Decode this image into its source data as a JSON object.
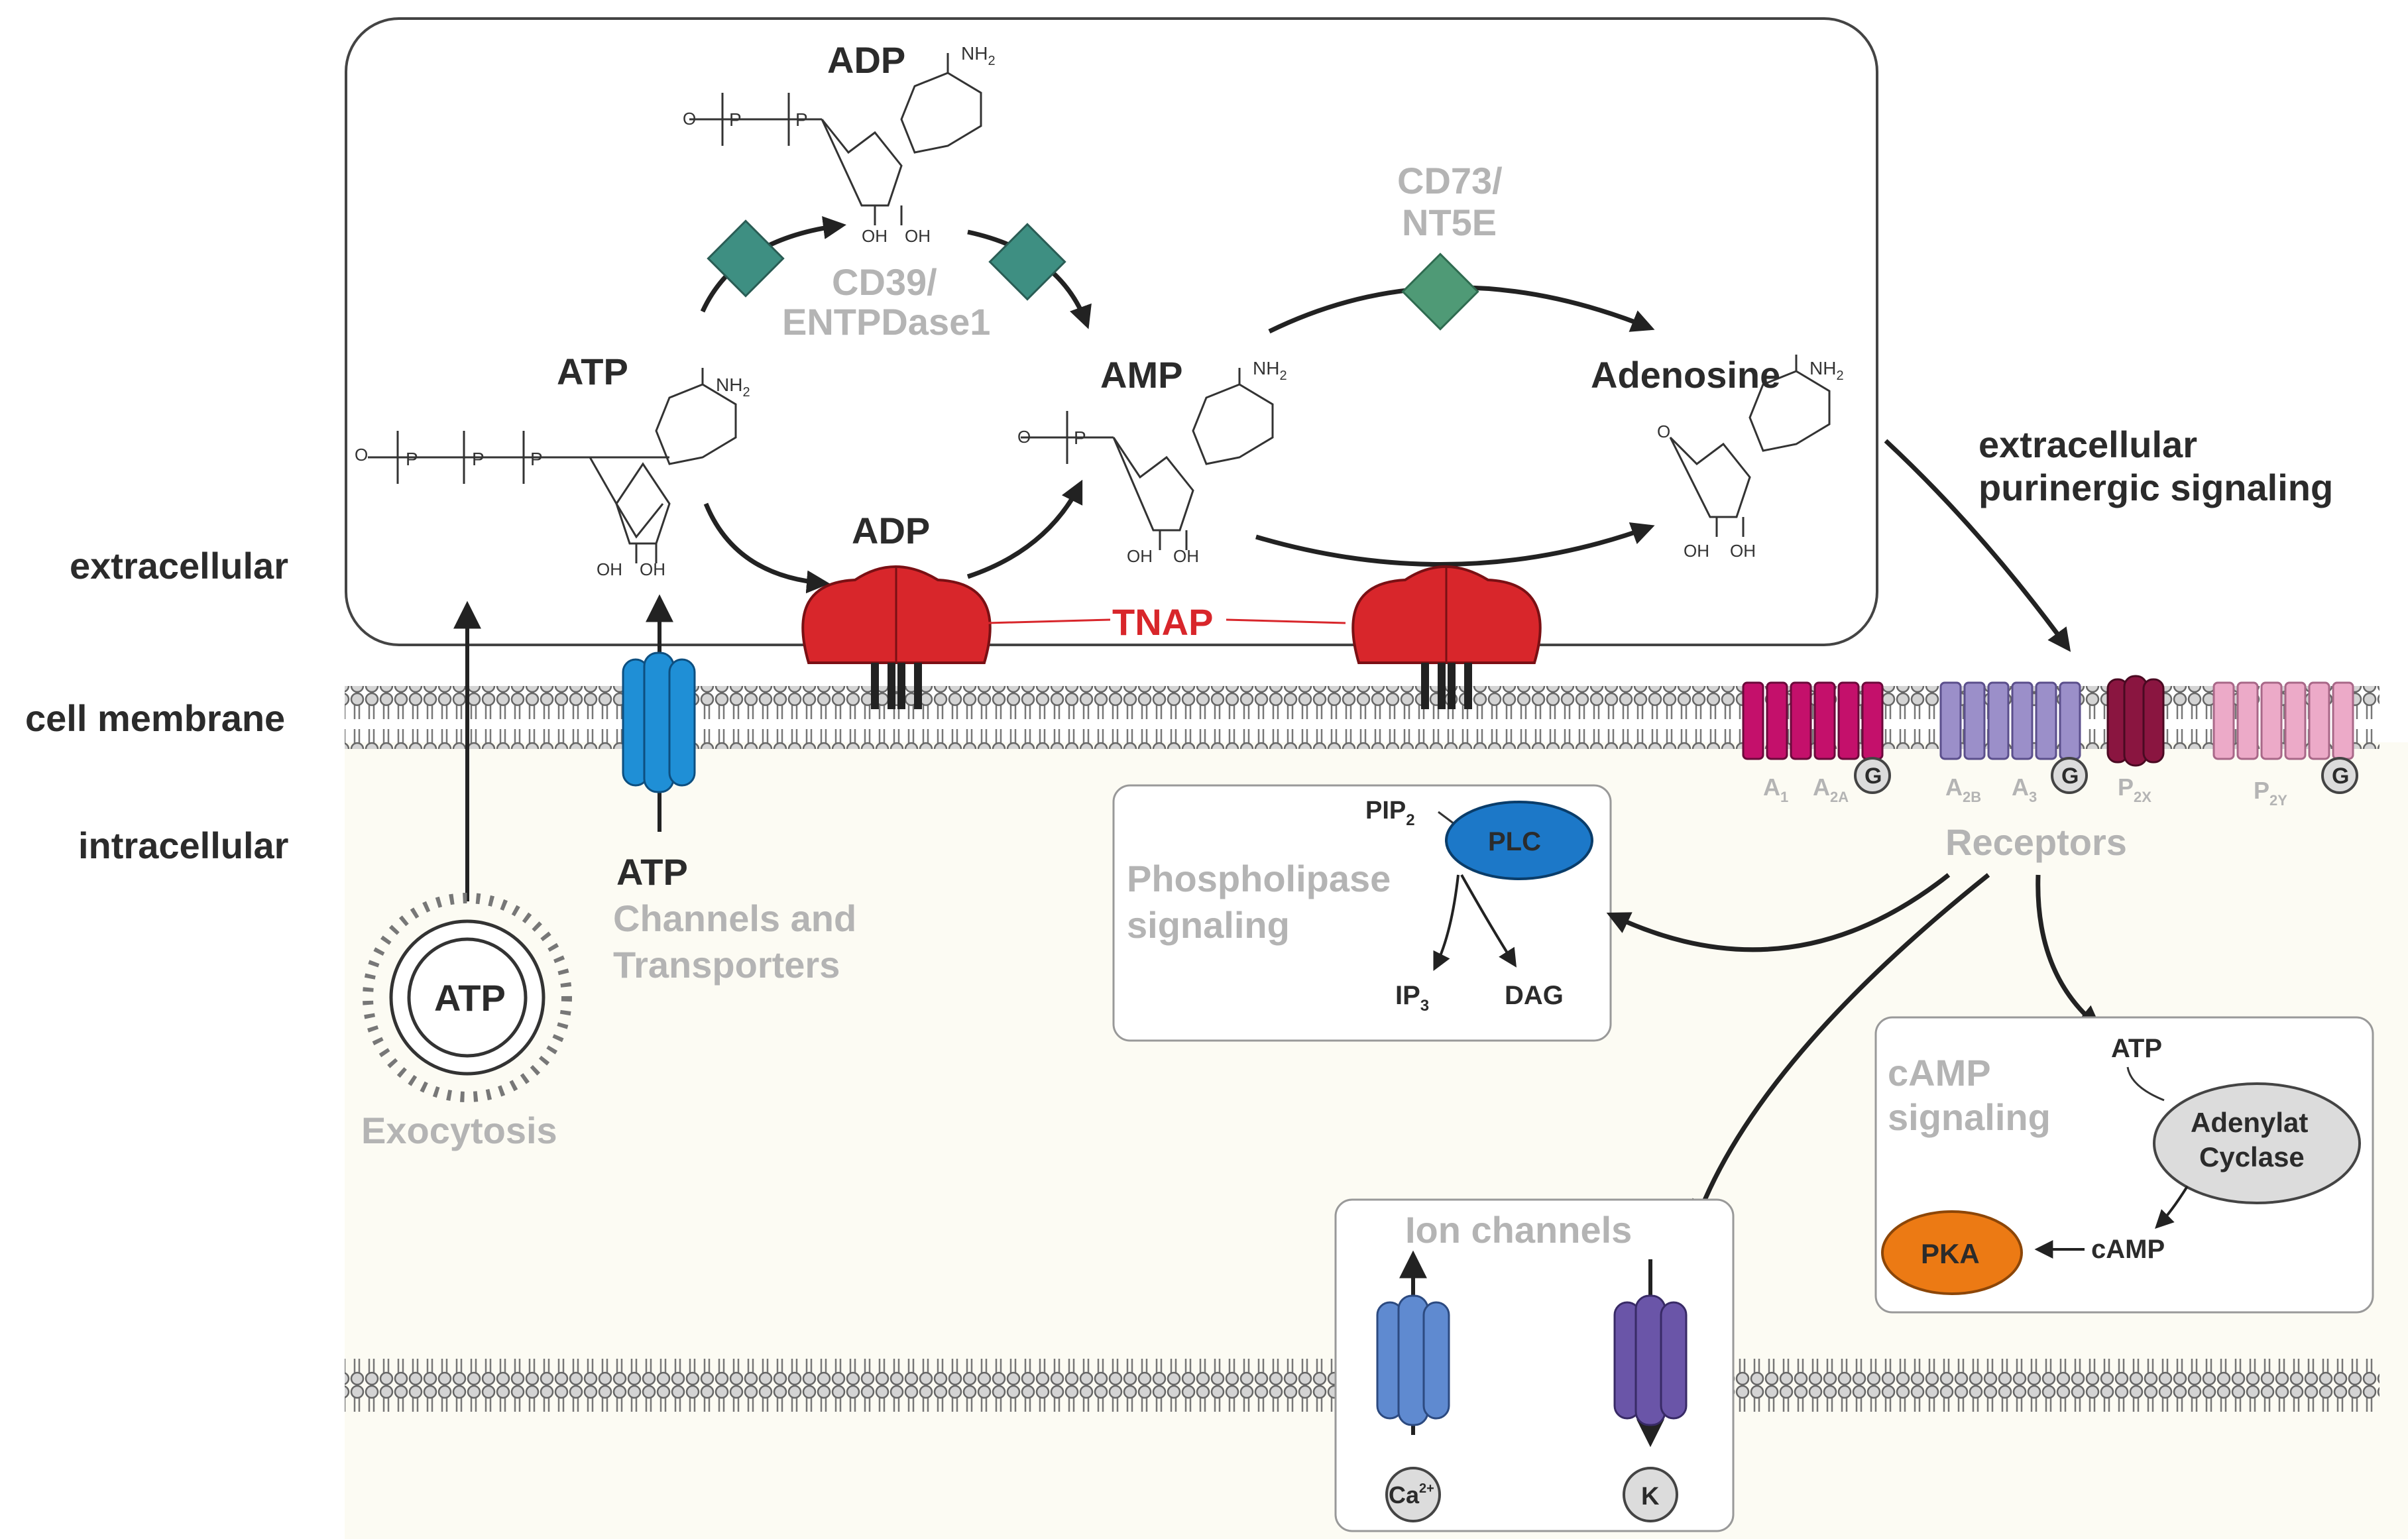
{
  "labels": {
    "extracellular": "extracellular",
    "cell_membrane": "cell membrane",
    "intracellular": "intracellular",
    "extracellular_signaling_1": "extracellular",
    "extracellular_signaling_2": "purinergic signaling",
    "receptors": "Receptors"
  },
  "molecules": {
    "atp": "ATP",
    "adp_top": "ADP",
    "adp_mid": "ADP",
    "amp": "AMP",
    "adenosine": "Adenosine",
    "nh2": "NH",
    "nh2_sub": "2",
    "oh": "OH",
    "o_minus": "O",
    "p": "P",
    "o": "O"
  },
  "enzymes": {
    "cd39_1": "CD39/",
    "cd39_2": "ENTPDase1",
    "cd73_1": "CD73/",
    "cd73_2": "NT5E",
    "tnap": "TNAP"
  },
  "release": {
    "vesicle_atp": "ATP",
    "exocytosis": "Exocytosis",
    "channel_atp": "ATP",
    "channels_1": "Channels and",
    "channels_2": "Transporters"
  },
  "receptor_labels": {
    "a1": "A",
    "a1_sub": "1",
    "a2a": "A",
    "a2a_sub": "2A",
    "a2b": "A",
    "a2b_sub": "2B",
    "a3": "A",
    "a3_sub": "3",
    "p2x": "P",
    "p2x_sub": "2X",
    "p2y": "P",
    "p2y_sub": "2Y",
    "g": "G"
  },
  "phospholipase": {
    "title_1": "Phospholipase",
    "title_2": "signaling",
    "pip": "PIP",
    "pip_sub": "2",
    "plc": "PLC",
    "ip": "IP",
    "ip_sub": "3",
    "dag": "DAG"
  },
  "camp": {
    "title_1": "cAMP",
    "title_2": "signaling",
    "atp": "ATP",
    "ac_1": "Adenylat",
    "ac_2": "Cyclase",
    "camp": "cAMP",
    "pka": "PKA"
  },
  "ion": {
    "title": "Ion channels",
    "ca": "Ca",
    "ca_sup": "2+",
    "k": "K"
  },
  "colors": {
    "tnap_red": "#d8262b",
    "cd_teal": "#3e8f82",
    "cd73_green": "#4f9a76",
    "channel_blue": "#1f8fd6",
    "plc_blue": "#1c78c8",
    "pka_orange": "#ec7a14",
    "a1_magenta": "#c4106b",
    "a2b_lavender": "#9b8fc9",
    "p2x_maroon": "#8a1540",
    "p2y_pink": "#ecaac8",
    "ion_blue": "#5f8ad0",
    "ion_purple": "#6a55a8",
    "grey_text": "#b4b4b4"
  }
}
